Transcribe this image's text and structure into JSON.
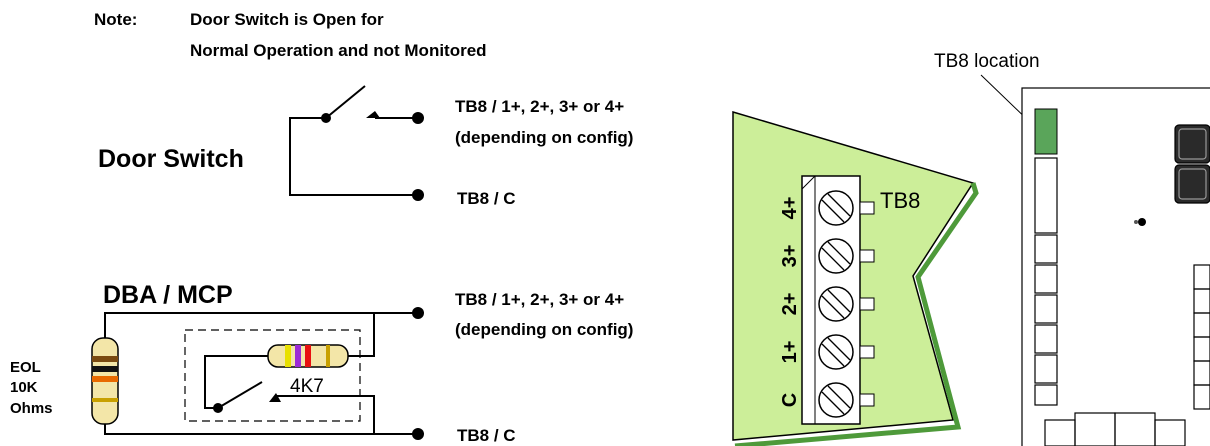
{
  "note": {
    "label": "Note:",
    "line1": "Door Switch is Open for",
    "line2": "Normal Operation and not Monitored"
  },
  "door_switch": {
    "title": "Door Switch",
    "term_top_line1": "TB8 / 1+, 2+, 3+ or 4+",
    "term_top_line2": "(depending on config)",
    "term_bottom": "TB8 / C"
  },
  "dba_mcp": {
    "title": "DBA / MCP",
    "term_top_line1": "TB8 / 1+, 2+, 3+ or 4+",
    "term_top_line2": "(depending on config)",
    "term_bottom": "TB8 / C",
    "inner_resistor": "4K7",
    "eol_line1": "EOL",
    "eol_line2": "10K",
    "eol_line3": "Ohms"
  },
  "terminal_block": {
    "name": "TB8",
    "terminals": [
      "4+",
      "3+",
      "2+",
      "1+",
      "C"
    ],
    "panel_color": "#ccee99"
  },
  "board": {
    "location_label": "TB8 location",
    "highlight_color": "#5aa55a"
  }
}
